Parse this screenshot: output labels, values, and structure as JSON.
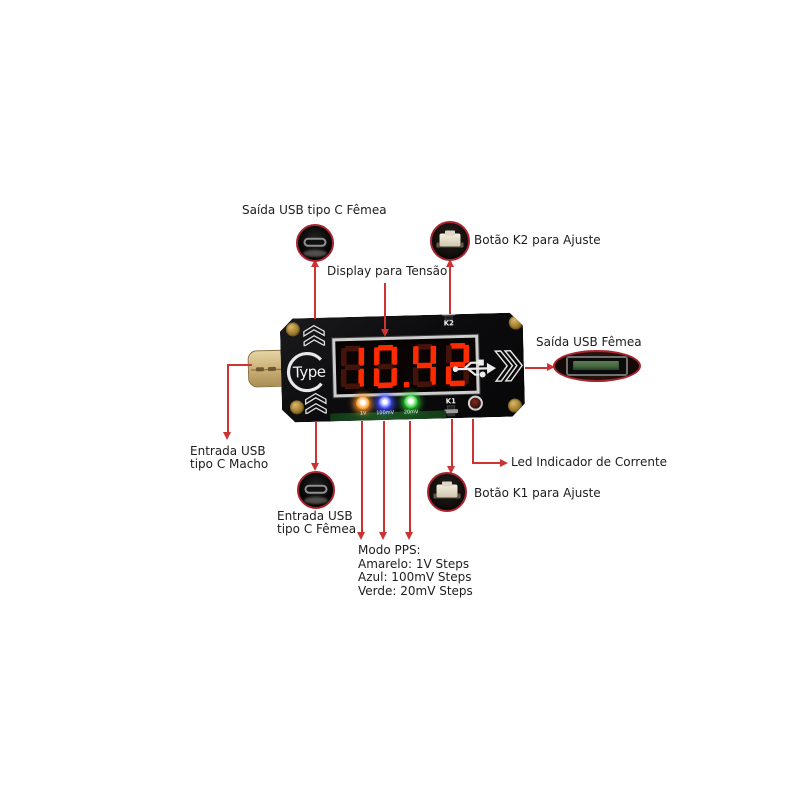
{
  "device": {
    "display_value": "10.42",
    "display_color": "#ff2b00",
    "display_unlit_color": "#44130a",
    "logo_text": "Type",
    "button_top_label": "K2",
    "button_bottom_label": "K1",
    "led_labels": [
      "1V",
      "100mV",
      "20mV"
    ],
    "led_colors": [
      "#ff9a2a",
      "#4455ff",
      "#33d43a"
    ],
    "body_color": "#0d0d0f"
  },
  "annotations": {
    "arrow_color": "#cc3434",
    "ring_color": "#a8242f",
    "usbc_out_label": "Saída USB tipo C Fêmea",
    "display_label": "Display para Tensão",
    "k2_label": "Botão K2 para Ajuste",
    "usb_out_label": "Saída USB Fêmea",
    "input_male_line1": "Entrada USB",
    "input_male_line2": "tipo C Macho",
    "input_female_line1": "Entrada USB",
    "input_female_line2": "tipo C Fêmea",
    "pps_lines": [
      "Modo PPS:",
      "Amarelo: 1V Steps",
      "Azul: 100mV Steps",
      "Verde: 20mV Steps"
    ],
    "k1_label": "Botão K1 para Ajuste",
    "led_current_label": "Led Indicador de Corrente"
  }
}
